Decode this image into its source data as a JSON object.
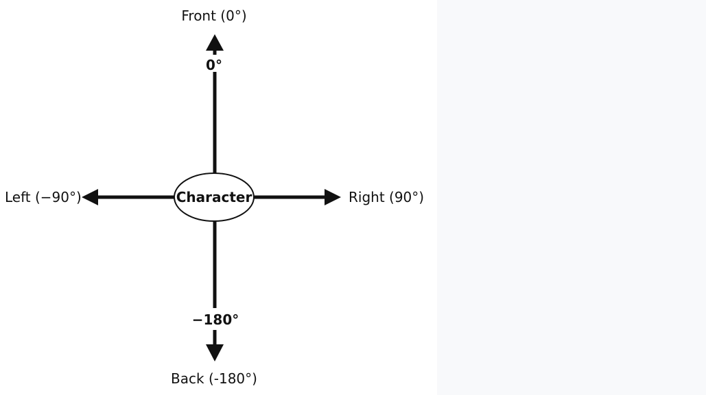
{
  "diagram": {
    "center_label": "Character",
    "labels": {
      "front": "Front (0°)",
      "back": "Back (-180°)",
      "left": "Left (−90°)",
      "right": "Right (90°)"
    },
    "axis_values": {
      "front": "0°",
      "back": "−180°"
    }
  },
  "colors": {
    "ink": "#111111",
    "background": "#ffffff",
    "side_panel": "#f8f9fb"
  }
}
